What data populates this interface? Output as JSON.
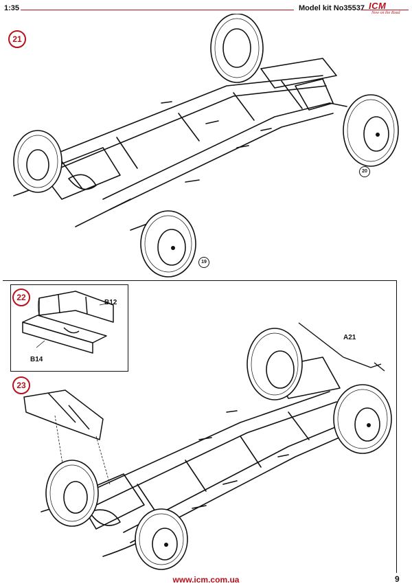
{
  "header": {
    "scale": "1:35",
    "model": "Model kit No35537",
    "logo_text": "ICM",
    "logo_tagline": "Now on the Road"
  },
  "step21": {
    "number": "21",
    "refs": [
      "20",
      "19"
    ]
  },
  "step22": {
    "number": "22",
    "parts": [
      "B12",
      "B14"
    ]
  },
  "step23": {
    "number": "23",
    "parts": [
      "A21"
    ]
  },
  "footer": {
    "url": "www.icm.com.ua",
    "page": "9"
  },
  "colors": {
    "accent": "#b5121b",
    "line": "#111111"
  }
}
